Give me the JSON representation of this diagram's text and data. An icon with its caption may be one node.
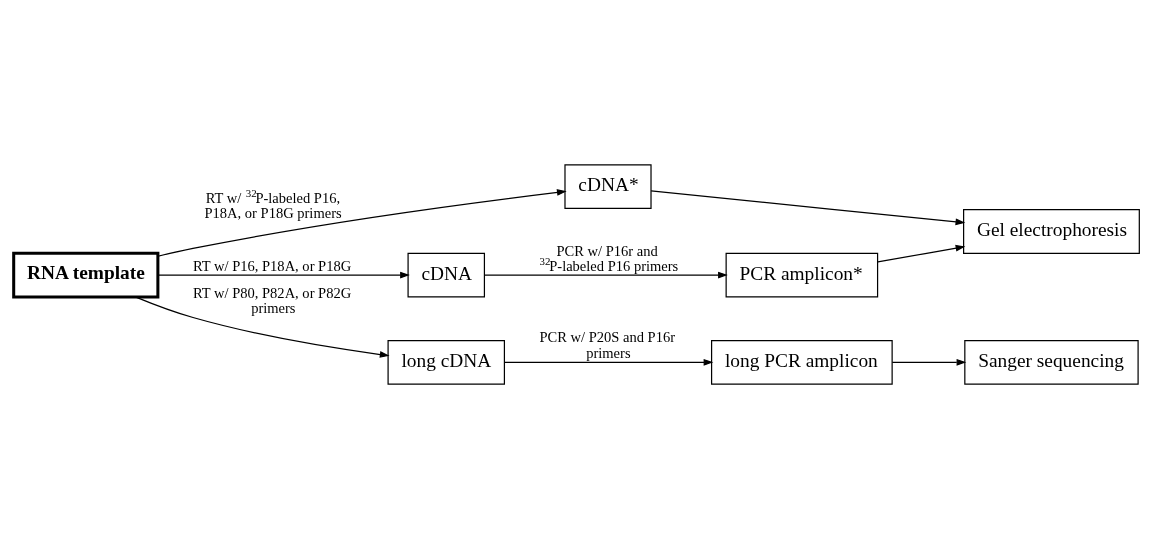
{
  "diagram": {
    "nodes": [
      {
        "text": [
          "RNA template"
        ]
      },
      {
        "text": [
          "cDNA*"
        ]
      },
      {
        "text": [
          "Gel electrophoresis"
        ]
      },
      {
        "text": [
          "cDNA"
        ]
      },
      {
        "text": [
          "PCR amplicon*"
        ]
      },
      {
        "text": [
          "long cDNA"
        ]
      },
      {
        "text": [
          "long PCR amplicon"
        ]
      },
      {
        "text": [
          "Sanger sequencing"
        ]
      }
    ],
    "edges": [
      {
        "from": 0,
        "to": 1,
        "arrow": "to",
        "label": "RT w/ $^{32}$P-labeled P16, P18A, or P18G primers"
      },
      {
        "from": 1,
        "to": 2,
        "arrow": "to"
      },
      {
        "from": 0,
        "to": 3,
        "arrow": "to",
        "label": "RT w/ P16, P18A, or P18G"
      },
      {
        "from": 3,
        "to": 4,
        "arrow": "to",
        "label": "PCR w/ P16r and $^{32}$P-labeled P16 primers"
      },
      {
        "from": 4,
        "to": 2,
        "arrow": "to"
      },
      {
        "from": 0,
        "to": 5,
        "arrow": "to",
        "label": "RT w/ P80, P82A, or P82G primers"
      },
      {
        "from": 5,
        "to": 6,
        "arrow": "to",
        "label": "PCR w/ P20S and P16r primers"
      },
      {
        "from": 6,
        "to": 7,
        "arrow": "to"
      }
    ]
  }
}
